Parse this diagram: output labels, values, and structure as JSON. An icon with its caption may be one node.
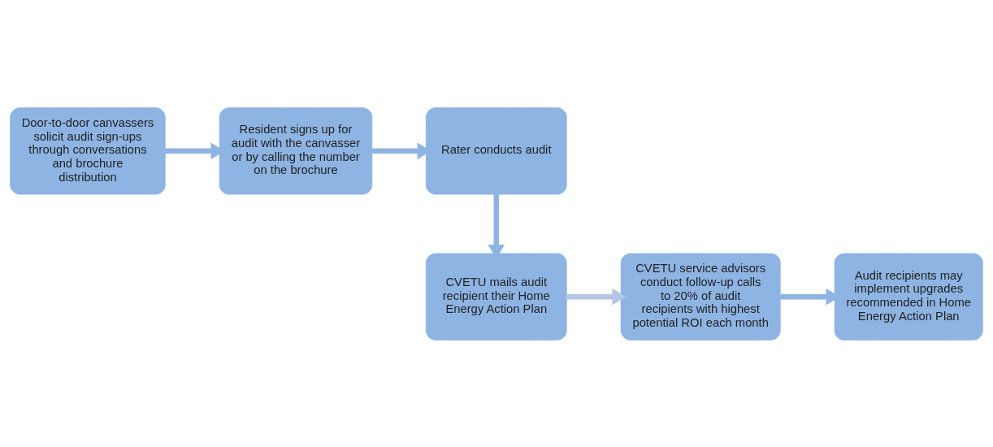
{
  "diagram": {
    "nodes": [
      {
        "text": [
          "Door-to-door canvassers solicit audit sign-ups through conversations and brochure distribution"
        ]
      },
      {
        "text": [
          "Resident signs up for audit with the canvasser or by calling the number on the brochure"
        ]
      },
      {
        "text": [
          "Rater conducts audit"
        ]
      },
      {
        "text": [
          "CVETU mails audit recipient their Home Energy Action Plan"
        ]
      },
      {
        "text": [
          "CVETU service advisors conduct follow-up calls to 20% of audit recipients with highest potential ROI each month"
        ]
      },
      {
        "text": [
          "Audit recipients may implement upgrades recommended in Home Energy Action Plan"
        ]
      }
    ],
    "edges": [
      {
        "from": 0,
        "to": 1,
        "arrow": "to"
      },
      {
        "from": 1,
        "to": 2,
        "arrow": "to"
      },
      {
        "from": 2,
        "to": 3,
        "arrow": "to"
      },
      {
        "from": 3,
        "to": 4,
        "arrow": "to",
        "color": "#b4c7e7"
      },
      {
        "from": 4,
        "to": 5,
        "arrow": "to"
      }
    ]
  }
}
